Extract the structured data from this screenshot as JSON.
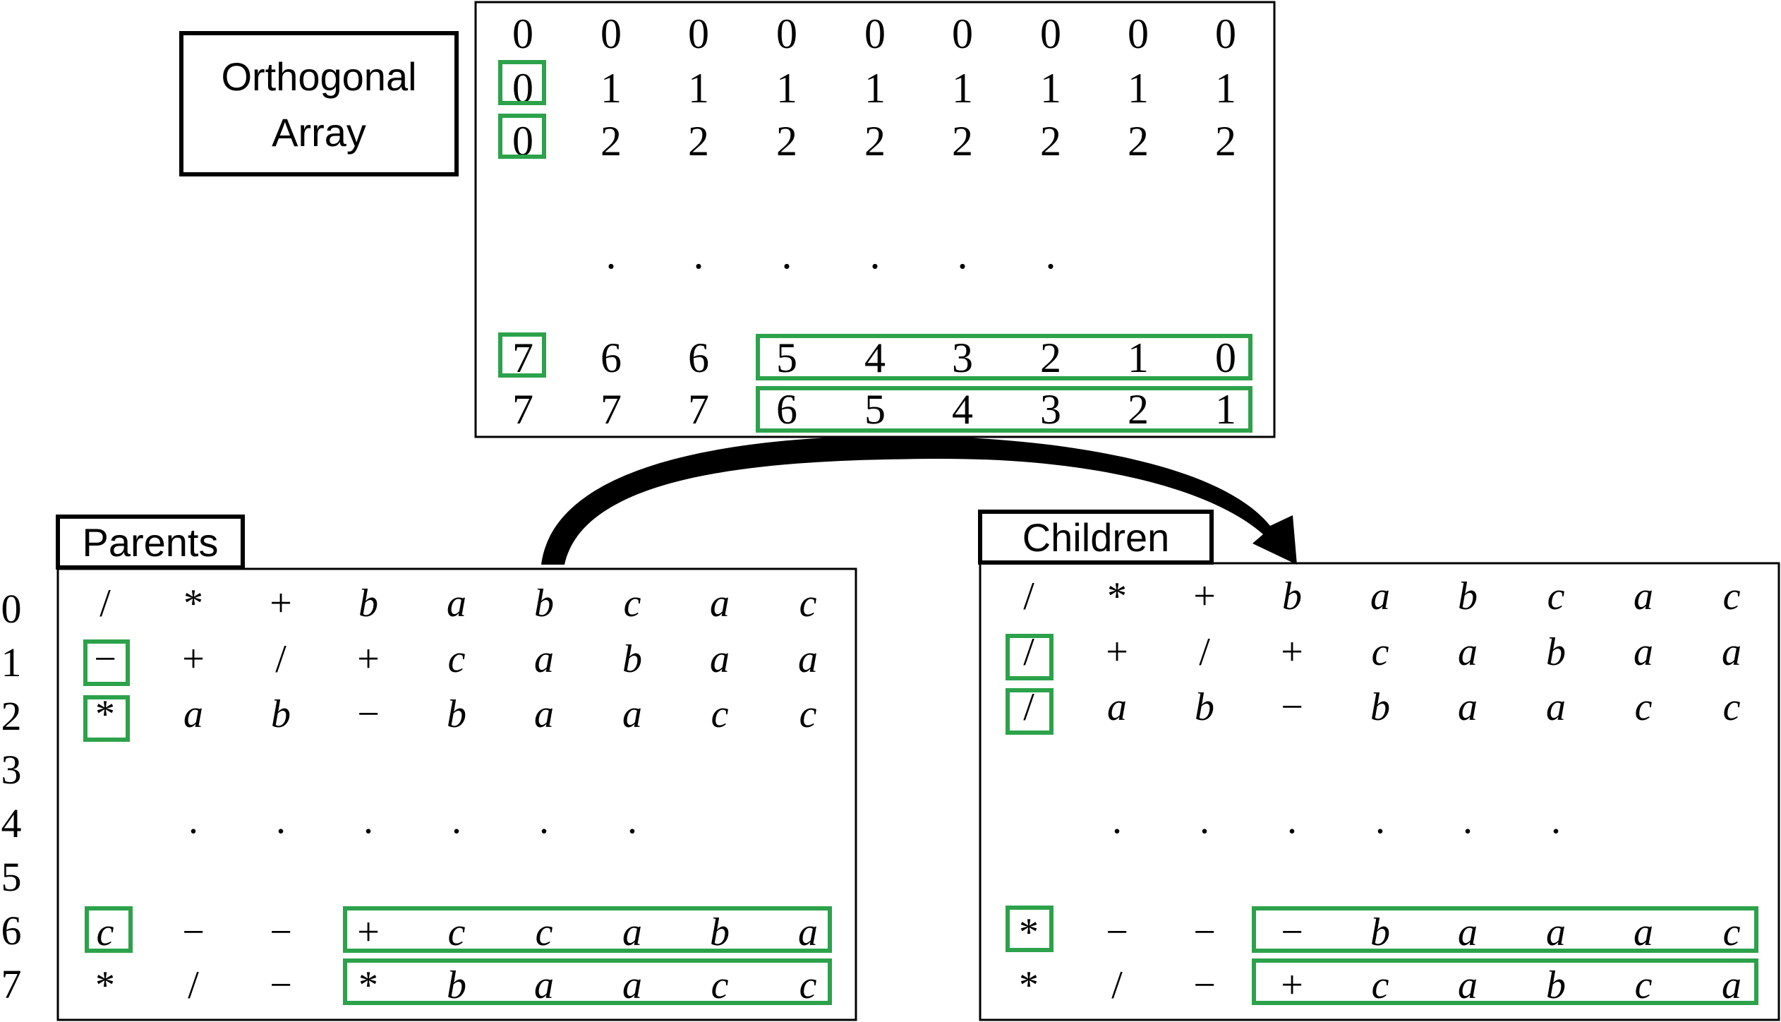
{
  "orthogonal_array": {
    "title_lines": [
      "Orthogonal",
      "Array"
    ],
    "rows": [
      [
        "0",
        "0",
        "0",
        "0",
        "0",
        "0",
        "0",
        "0",
        "0"
      ],
      [
        "0",
        "1",
        "1",
        "1",
        "1",
        "1",
        "1",
        "1",
        "1"
      ],
      [
        "0",
        "2",
        "2",
        "2",
        "2",
        "2",
        "2",
        "2",
        "2"
      ],
      [
        "7",
        "6",
        "6",
        "5",
        "4",
        "3",
        "2",
        "1",
        "0"
      ],
      [
        "7",
        "7",
        "7",
        "6",
        "5",
        "4",
        "3",
        "2",
        "1"
      ]
    ],
    "ellipsis": [
      ".",
      ".",
      ".",
      ".",
      ".",
      "."
    ]
  },
  "parents": {
    "title": "Parents",
    "row_indices": [
      "0",
      "1",
      "2",
      "3",
      "4",
      "5",
      "6",
      "7"
    ],
    "rows": [
      [
        "/",
        "*",
        "+",
        "b",
        "a",
        "b",
        "c",
        "a",
        "c"
      ],
      [
        "−",
        "+",
        "/",
        "+",
        "c",
        "a",
        "b",
        "a",
        "a"
      ],
      [
        "*",
        "a",
        "b",
        "−",
        "b",
        "a",
        "a",
        "c",
        "c"
      ],
      [
        "c",
        "−",
        "−",
        "+",
        "c",
        "c",
        "a",
        "b",
        "a"
      ],
      [
        "*",
        "/",
        "−",
        "*",
        "b",
        "a",
        "a",
        "c",
        "c"
      ]
    ],
    "ellipsis": [
      ".",
      ".",
      ".",
      ".",
      ".",
      "."
    ]
  },
  "children": {
    "title": "Children",
    "rows": [
      [
        "/",
        "*",
        "+",
        "b",
        "a",
        "b",
        "c",
        "a",
        "c"
      ],
      [
        "/",
        "+",
        "/",
        "+",
        "c",
        "a",
        "b",
        "a",
        "a"
      ],
      [
        "/",
        "a",
        "b",
        "−",
        "b",
        "a",
        "a",
        "c",
        "c"
      ],
      [
        "*",
        "−",
        "−",
        "−",
        "b",
        "a",
        "a",
        "a",
        "c"
      ],
      [
        "*",
        "/",
        "−",
        "+",
        "c",
        "a",
        "b",
        "c",
        "a"
      ]
    ],
    "ellipsis": [
      ".",
      ".",
      ".",
      ".",
      ".",
      "."
    ]
  },
  "colors": {
    "highlight": "#2ca24a",
    "stroke": "#000000"
  }
}
